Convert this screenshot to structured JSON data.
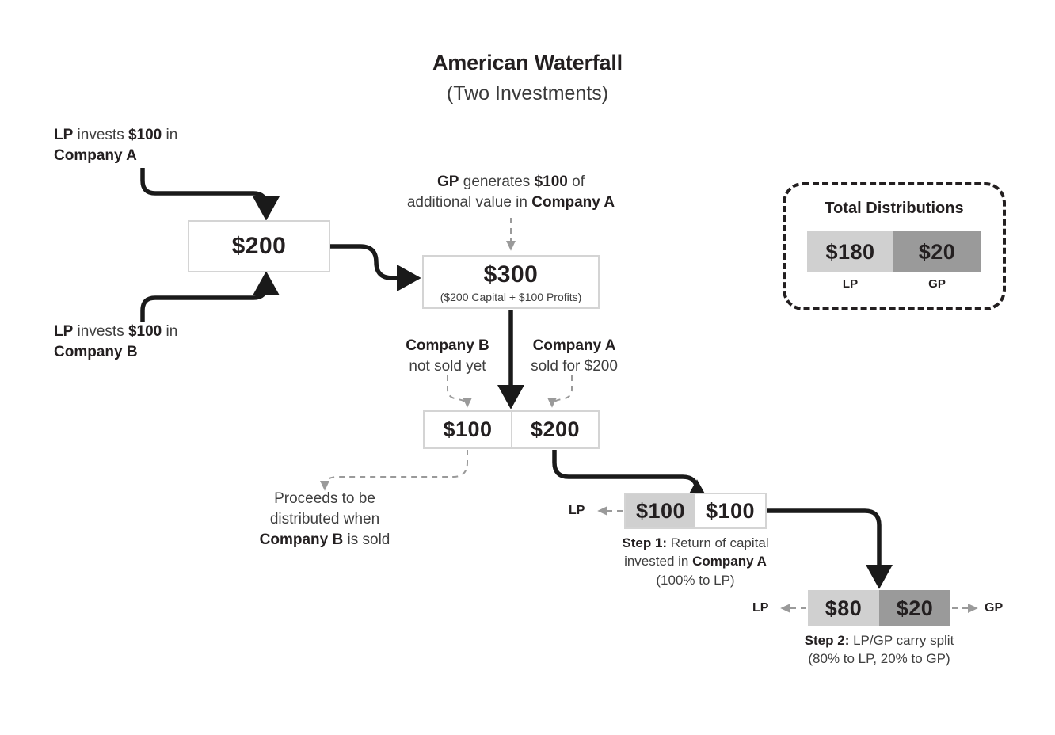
{
  "header": {
    "title": "American Waterfall",
    "subtitle": "(Two Investments)"
  },
  "inputs": {
    "invest_a": {
      "line1_a": "LP",
      "line1_b": " invests ",
      "line1_c": "$100",
      "line1_d": " in",
      "line2": "Company A"
    },
    "invest_b": {
      "line1_a": "LP",
      "line1_b": " invests ",
      "line1_c": "$100",
      "line1_d": " in",
      "line2": "Company B"
    }
  },
  "pool": {
    "capital_total": "$200"
  },
  "gp_note": {
    "line1_a": "GP",
    "line1_b": " generates ",
    "line1_c": "$100",
    "line1_d": " of",
    "line2_a": "additional value in ",
    "line2_b": "Company A"
  },
  "value_box": {
    "amount": "$300",
    "detail": "($200 Capital + $100 Profits)"
  },
  "company_notes": {
    "b": {
      "name": "Company B",
      "status": "not sold yet"
    },
    "a": {
      "name": "Company A",
      "status": "sold for $200"
    }
  },
  "split": {
    "company_b_amount": "$100",
    "company_a_amount": "$200"
  },
  "pending_note": {
    "line1": "Proceeds to be",
    "line2": "distributed when",
    "line3_a": "Company B",
    "line3_b": " is sold"
  },
  "step1": {
    "lp_label": "LP",
    "left_amount": "$100",
    "right_amount": "$100",
    "caption_a": "Step 1:",
    "caption_b": " Return of capital",
    "caption_c": "invested in ",
    "caption_d": "Company A",
    "caption_e": "(100% to LP)"
  },
  "step2": {
    "lp_label": "LP",
    "gp_label": "GP",
    "left_amount": "$80",
    "right_amount": "$20",
    "caption_a": "Step 2:",
    "caption_b": " LP/GP carry split",
    "caption_c": "(80% to LP, 20% to GP)"
  },
  "total_distributions": {
    "title": "Total Distributions",
    "lp_amount": "$180",
    "gp_amount": "$20",
    "lp_label": "LP",
    "gp_label": "GP"
  },
  "colors": {
    "ink": "#231f20",
    "muted": "#3f3f3f",
    "box_border": "#d4d4d4",
    "lp_fill": "#d0d0d0",
    "gp_fill": "#9a9a9a",
    "dashed_guide": "#9a9a9a"
  }
}
